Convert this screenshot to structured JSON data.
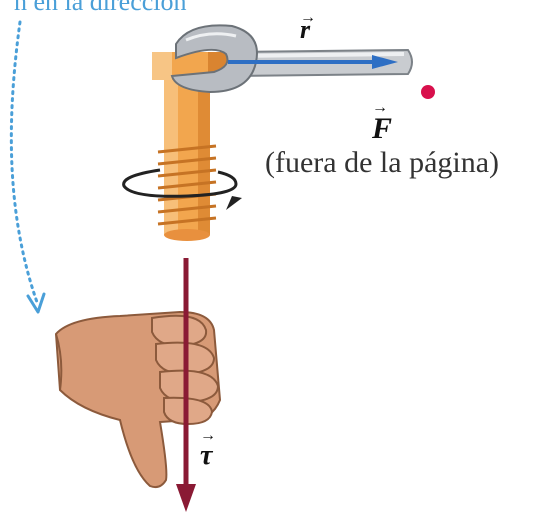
{
  "header_text": "n en la dirección",
  "labels": {
    "r": "r",
    "F": "F",
    "tau": "τ",
    "arrow_mark": "→"
  },
  "force_caption": "(fuera de la página)",
  "colors": {
    "hint_arrow": "#4a9fd8",
    "r_vector": "#2e6fc4",
    "torque_vector": "#8a1a34",
    "force_dot": "#d8104c",
    "bolt": "#f0a050",
    "wrench": "#c4c8cc",
    "hand": "#d89a78"
  }
}
